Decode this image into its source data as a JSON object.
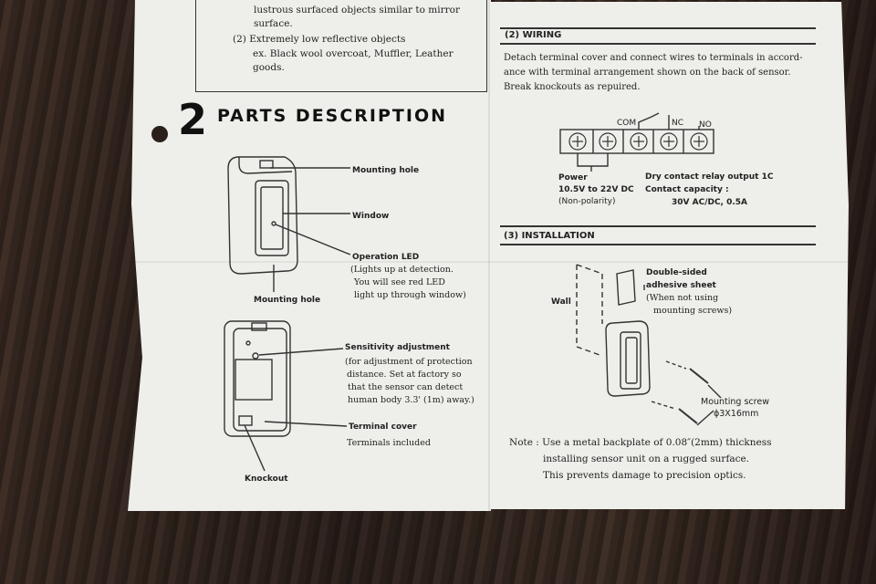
{
  "top_box": {
    "line1": "lustrous surfaced objects similar to mirror",
    "line2": "surface.",
    "line3": "(2) Extremely low reflective objects",
    "line4": "ex. Black wool overcoat, Muffler, Leather",
    "line5": "goods."
  },
  "parts": {
    "number": "2",
    "title": "PARTS DESCRIPTION",
    "mounting_hole_top": "Mounting hole",
    "window": "Window",
    "operation_led": "Operation LED",
    "led_desc1": "(Lights up at detection.",
    "led_desc2": "You will see red LED",
    "led_desc3": "light up through window)",
    "mounting_hole_bottom": "Mounting hole",
    "sensitivity": "Sensitivity adjustment",
    "sens_desc1": "(for adjustment of protection",
    "sens_desc2": "distance. Set at factory so",
    "sens_desc3": "that the sensor can detect",
    "sens_desc4": "human body 3.3' (1m) away.)",
    "terminal_cover": "Terminal cover",
    "terminals_included": "Terminals included",
    "knockout": "Knockout"
  },
  "wiring": {
    "header": "(2) WIRING",
    "p1": "Detach terminal cover and connect wires to terminals in accord-",
    "p2": "ance with terminal arrangement shown on the back of sensor.",
    "p3": "Break knockouts as repuired.",
    "com": "COM",
    "nc": "NC",
    "no": "NO",
    "power": "Power",
    "power_range": "10.5V to 22V DC",
    "power_pol": "(Non-polarity)",
    "relay": "Dry contact relay output 1C",
    "capacity": "Contact capacity :",
    "capacity_val": "30V AC/DC, 0.5A"
  },
  "installation": {
    "header": "(3) INSTALLATION",
    "wall": "Wall",
    "adhesive1": "Double-sided",
    "adhesive2": "adhesive sheet",
    "adhesive3": "(When not using",
    "adhesive4": "mounting screws)",
    "screw1": "Mounting screw",
    "screw2": "ϕ3X16mm",
    "note1": "Note : Use a metal backplate of 0.08″(2mm) thickness",
    "note2": "installing sensor unit on a rugged surface.",
    "note3": "This prevents damage to precision optics."
  },
  "colors": {
    "paper": "#eeeeea",
    "ink": "#222222",
    "wood": "#2a1f1a"
  }
}
